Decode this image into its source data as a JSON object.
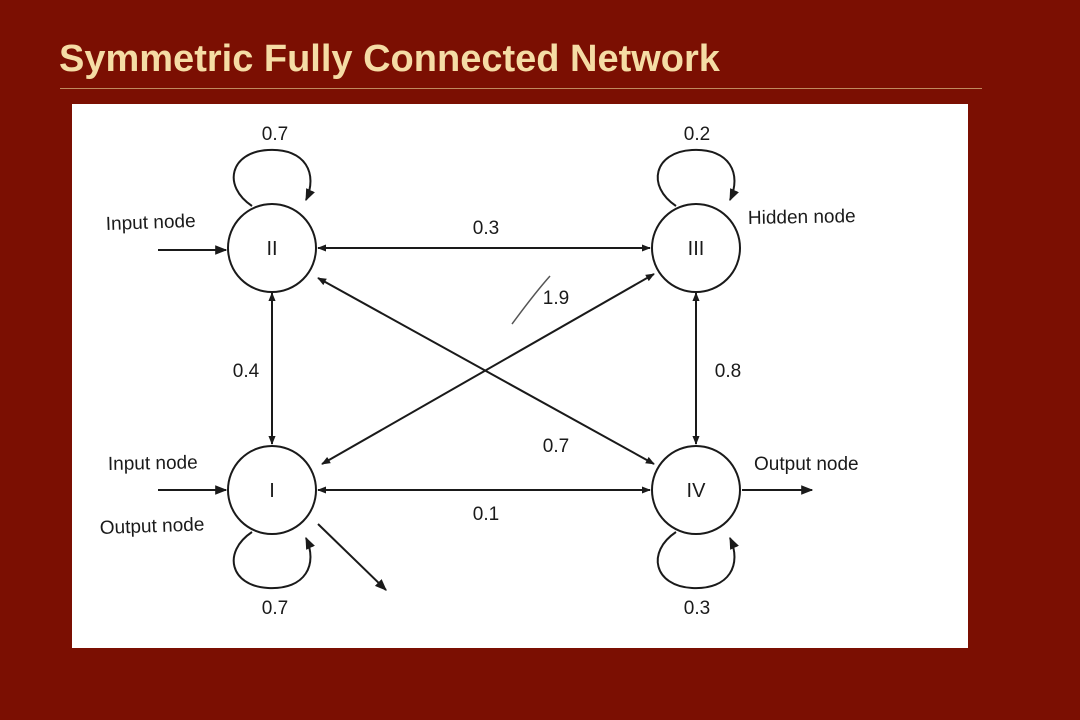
{
  "slide": {
    "title": "Symmetric Fully Connected Network"
  },
  "nodes": {
    "I": "I",
    "II": "II",
    "III": "III",
    "IV": "IV"
  },
  "node_roles": {
    "input_II": "Input node",
    "input_I": "Input node",
    "output_I": "Output node",
    "hidden_III": "Hidden node",
    "output_IV": "Output node"
  },
  "weights": {
    "self_II": "0.7",
    "self_III": "0.2",
    "self_I": "0.7",
    "self_IV": "0.3",
    "II_III": "0.3",
    "I_IV": "0.1",
    "II_I": "0.4",
    "III_IV": "0.8",
    "I_III": "1.9",
    "II_IV": "0.7"
  }
}
